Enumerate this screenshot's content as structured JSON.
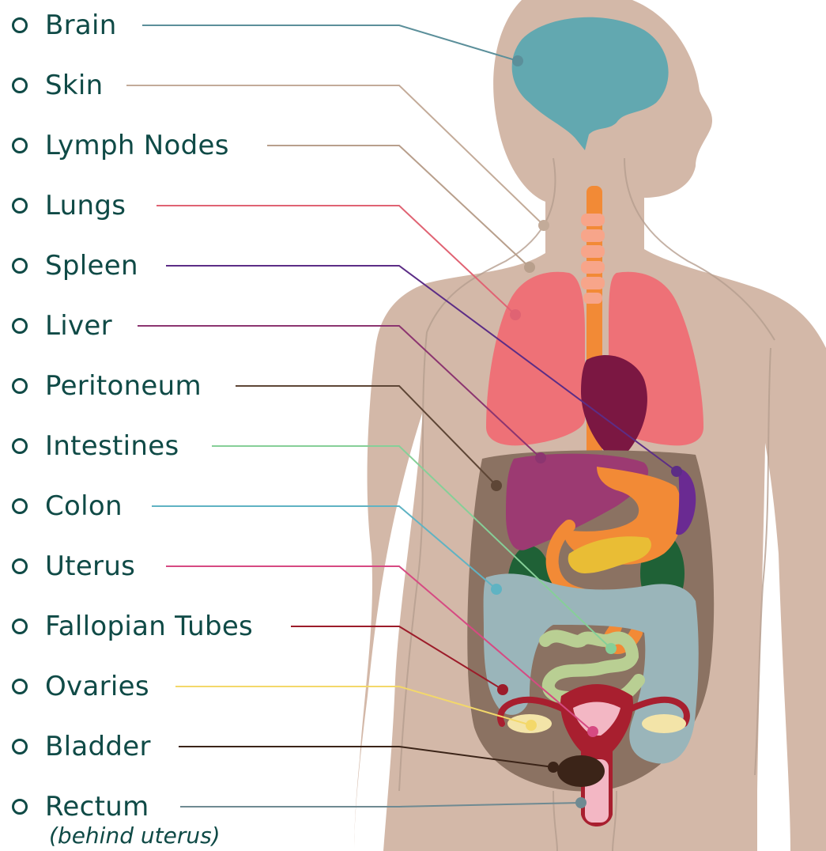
{
  "labels": [
    {
      "text": "Brain",
      "color": "#5b8f9a"
    },
    {
      "text": "Skin",
      "color": "#c3ab99"
    },
    {
      "text": "Lymph Nodes",
      "color": "#b89f8c"
    },
    {
      "text": "Lungs",
      "color": "#e06373"
    },
    {
      "text": "Spleen",
      "color": "#5c2d86"
    },
    {
      "text": "Liver",
      "color": "#8c3570"
    },
    {
      "text": "Peritoneum",
      "color": "#5e4636"
    },
    {
      "text": "Intestines",
      "color": "#86cf98"
    },
    {
      "text": "Colon",
      "color": "#5fb3c3"
    },
    {
      "text": "Uterus",
      "color": "#d64a82"
    },
    {
      "text": "Fallopian Tubes",
      "color": "#9c1c2a"
    },
    {
      "text": "Ovaries",
      "color": "#f3d86a"
    },
    {
      "text": "Bladder",
      "color": "#3b2418"
    },
    {
      "text": "Rectum",
      "color": "#6f8a92"
    }
  ],
  "rectum_note": "(behind uterus)",
  "colors": {
    "text": "#0f4a46",
    "body": "#d3b8a8",
    "brain": "#62a8b0",
    "lungs": "#ee7177",
    "heart": "#7b1742",
    "trachea": "#f7a58a",
    "esophagus": "#f28a36",
    "peritoneum": "#8b7262",
    "liver": "#9c3a72",
    "stomach": "#f28a36",
    "pancreas": "#e9bd35",
    "spleen": "#6a2a92",
    "kidney": "#1f6136",
    "colon": "#9ab5ba",
    "small_intestine": "#b9cf93",
    "uterus": "#a81f2f",
    "uterus_inner": "#f3b7c4",
    "ovary": "#f3e4a8",
    "bladder": "#3b2418"
  }
}
